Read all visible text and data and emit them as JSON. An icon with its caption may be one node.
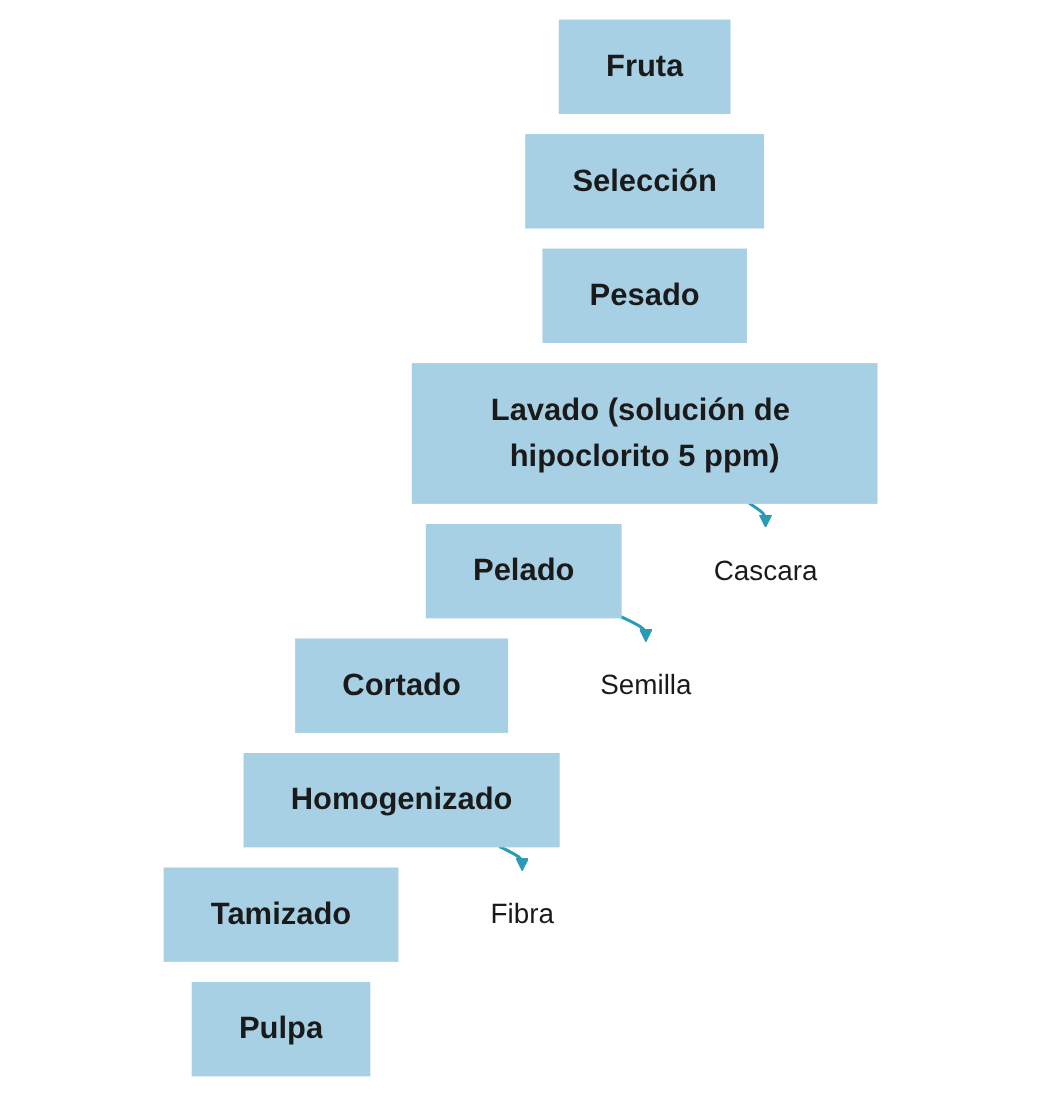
{
  "diagram": {
    "nodes": [
      {
        "text": [
          "Fruta"
        ]
      },
      {
        "text": [
          "Selección"
        ]
      },
      {
        "text": [
          "Pesado"
        ]
      },
      {
        "text": [
          "Lavado (solución de hipoclorito 5 ppm)"
        ]
      },
      {
        "text": [
          "Pelado"
        ]
      },
      {
        "text": [
          "Cortado"
        ]
      },
      {
        "text": [
          "Homogenizado"
        ]
      },
      {
        "text": [
          "Tamizado"
        ]
      },
      {
        "text": [
          "Pulpa"
        ]
      },
      {
        "text": [
          "Cascara"
        ]
      },
      {
        "text": [
          "Semilla"
        ]
      },
      {
        "text": [
          "Fibra"
        ]
      }
    ],
    "edges": [
      {
        "from": 3,
        "to": 9,
        "arrow": "to"
      },
      {
        "from": 4,
        "to": 10,
        "arrow": "to"
      },
      {
        "from": 6,
        "to": 11,
        "arrow": "to"
      }
    ]
  }
}
